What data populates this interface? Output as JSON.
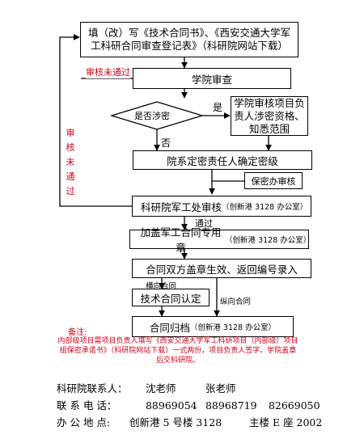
{
  "nodes": {
    "fill_form": "填（改）写《技术合同书》、《西安交通大学军工科研合同审查登记表》（科研院网站下载）",
    "college_review": "学院审查",
    "is_classified": "是否涉密",
    "college_personnel_review": "学院审核项目负责人涉密资格、知悉范围",
    "dept_classification": "院系定密责任人确定密级",
    "secrecy_office_review": "保密办审核",
    "military_office_review": "科研院军工处审核",
    "military_office_location": "（创新港 3128 办公室）",
    "seal": "加盖军工合同专用章",
    "seal_location": "（创新港 3128 办公室）",
    "sign_effective": "合同双方盖章生效、返回编号录入",
    "tech_contract_confirm": "技术合同认定",
    "archive": "合同归档",
    "archive_location": "（创新港 3128 办公室）"
  },
  "edge_labels": {
    "review_failed_h": "审核未通过",
    "review_failed_v": [
      "审",
      "核",
      "未",
      "通",
      "过"
    ],
    "yes": "是",
    "no": "否",
    "passed": "通过",
    "horizontal_contract": "横向合同",
    "vertical_contract": "纵向合同"
  },
  "note": {
    "title": "备注:",
    "text": "内部级项目需项目负责人填写《西安交通大学军工科研项目（内部级）项目组保密承诺书》（科研院网站下载）一式两份，项目负责人签字、学院盖章后交科研院。"
  },
  "contact": {
    "person_label": "科研院联系人：",
    "person_1": "沈老师",
    "person_2": "张老师",
    "phone_label": "联 系 电 话：",
    "phone_1": "88969054",
    "phone_2": "88968719",
    "phone_3": "82669050",
    "office_label": "办 公 地 点:",
    "office_1": "创新港 5 号楼 3128",
    "office_2": "主楼 E 座 2002"
  },
  "colors": {
    "line": "#000000",
    "reject": "#d0021b"
  }
}
